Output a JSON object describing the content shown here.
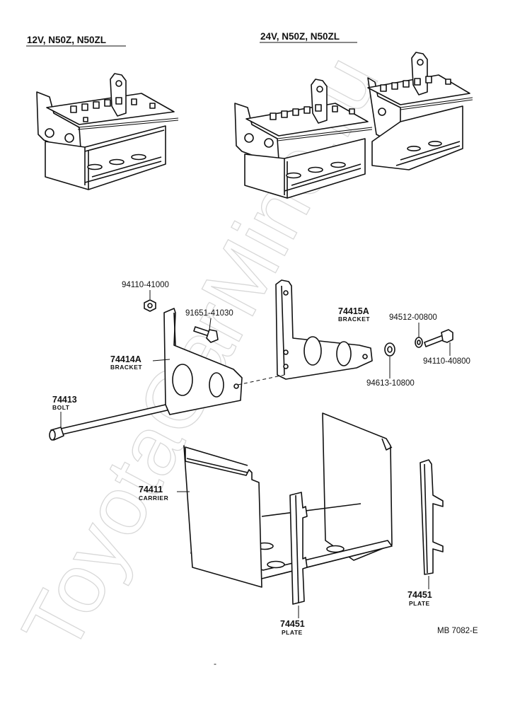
{
  "watermark": "ToyotaCarMine.ru",
  "variants": {
    "left": "12V, N50Z, N50ZL",
    "right": "24V, N50Z, N50ZL"
  },
  "parts": {
    "p94110_41000": {
      "number": "94110-41000"
    },
    "p91651_41030": {
      "number": "91651-41030"
    },
    "p74414A": {
      "number": "74414A",
      "name": "BRACKET"
    },
    "p74415A": {
      "number": "74415A",
      "name": "BRACKET"
    },
    "p94512_00800": {
      "number": "94512-00800"
    },
    "p94110_40800": {
      "number": "94110-40800"
    },
    "p94613_10800": {
      "number": "94613-10800"
    },
    "p74413": {
      "number": "74413",
      "name": "BOLT"
    },
    "p74411": {
      "number": "74411",
      "name": "CARRIER"
    },
    "p74451_left": {
      "number": "74451",
      "name": "PLATE"
    },
    "p74451_right": {
      "number": "74451",
      "name": "PLATE"
    }
  },
  "diagram_code": "MB 7082-E",
  "stray_mark": "-"
}
